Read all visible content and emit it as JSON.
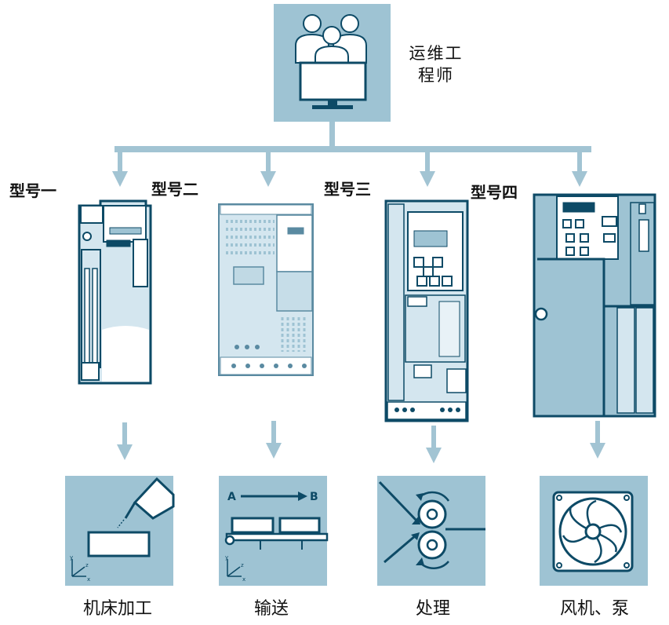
{
  "engineer": {
    "label_line1": "运维工",
    "label_line2": "程师",
    "icon": "engineers-at-monitor-icon"
  },
  "models": [
    {
      "label": "型号一",
      "device_icon": "drive-model-1-icon"
    },
    {
      "label": "型号二",
      "device_icon": "drive-model-2-icon"
    },
    {
      "label": "型号三",
      "device_icon": "drive-model-3-icon"
    },
    {
      "label": "型号四",
      "device_icon": "drive-model-4-icon"
    }
  ],
  "applications": [
    {
      "label": "机床加工",
      "icon": "machine-tool-icon"
    },
    {
      "label": "输送",
      "icon": "conveyor-icon",
      "from_label": "A",
      "to_label": "B"
    },
    {
      "label": "处理",
      "icon": "rollers-processing-icon"
    },
    {
      "label": "风机、泵",
      "icon": "fan-icon"
    }
  ],
  "colors": {
    "tile": "#9ec3d3",
    "dark": "#0d4a66",
    "arrow": "#a2c4d3",
    "device_fill": "#d4e6ef"
  }
}
